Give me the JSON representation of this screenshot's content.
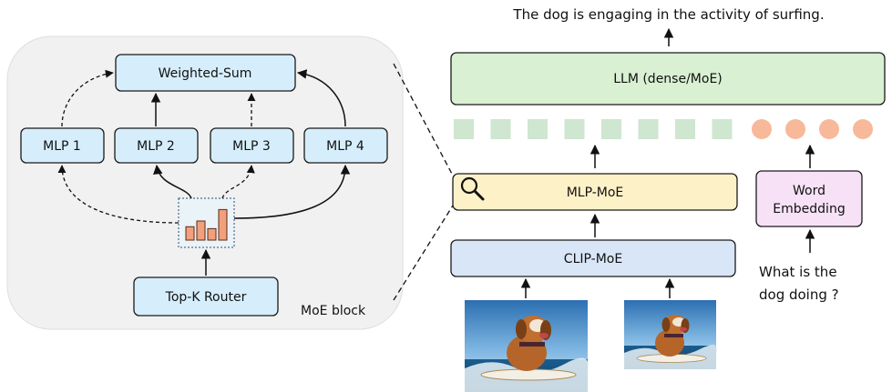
{
  "moe_block": {
    "label": "MoE block",
    "weighted_sum": "Weighted-Sum",
    "experts": [
      "MLP 1",
      "MLP 2",
      "MLP 3",
      "MLP 4"
    ],
    "router": "Top-K Router",
    "router_bars": [
      0.35,
      0.5,
      0.3,
      0.8
    ]
  },
  "pipeline": {
    "output_text": "The dog is engaging in the activity of surfing.",
    "llm": "LLM (dense/MoE)",
    "mlp_moe": "MLP-MoE",
    "clip_moe": "CLIP-MoE",
    "word_embedding": [
      "Word",
      "Embedding"
    ],
    "question": [
      "What is the",
      "dog doing ?"
    ],
    "visual_token_count": 8,
    "text_token_count": 4
  },
  "colors": {
    "panel": "#f1f1f1",
    "mlp_box": "#d6eefb",
    "llm_box": "#d9f0d3",
    "mlp_moe_box": "#fdf1c8",
    "clip_moe_box": "#d8e6f7",
    "word_emb_box": "#f7e1f6",
    "visual_token": "#cfe6d0",
    "text_token": "#f7b99a",
    "bar": "#f2a07b"
  },
  "icons": [
    "magnifier-icon",
    "bar-chart-icon",
    "dog-surfing-image"
  ]
}
